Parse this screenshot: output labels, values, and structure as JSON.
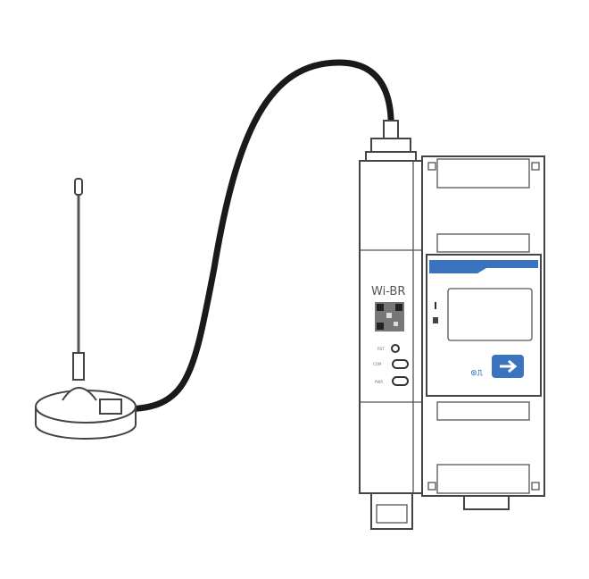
{
  "device": {
    "model_label": "Wi-BR",
    "leds": [
      {
        "label": "RST"
      },
      {
        "label": "COM"
      },
      {
        "label": "PWR"
      }
    ]
  },
  "colors": {
    "accent": "#3a74c0",
    "cable": "#1a1a1a",
    "outline": "#444444"
  }
}
